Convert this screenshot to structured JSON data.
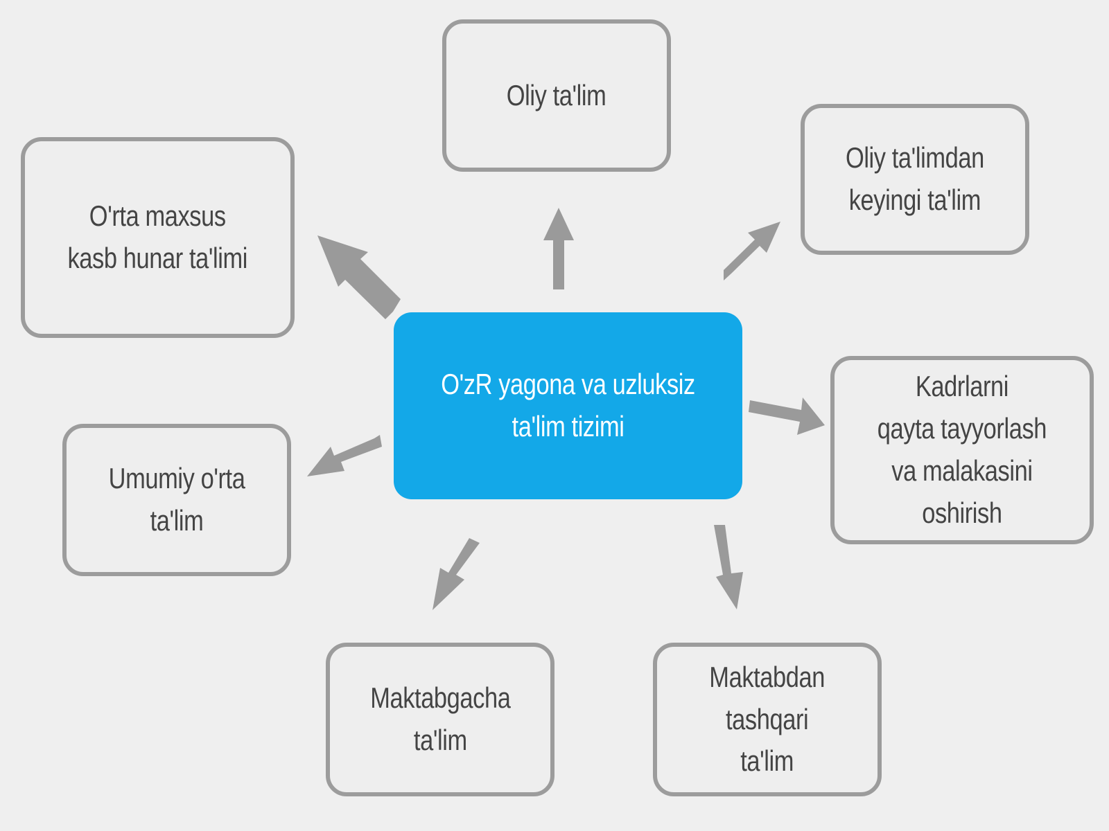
{
  "colors": {
    "background": "#efefef",
    "center_fill": "#13a8e8",
    "center_text": "#ffffff",
    "node_border": "#9c9c9c",
    "node_text": "#444444",
    "arrow": "#9a9a9a"
  },
  "center": {
    "label": "O'zR yagona va uzluksiz\nta'lim tizimi"
  },
  "nodes": {
    "oliy": {
      "label": "Oliy ta'lim"
    },
    "oliy_keyingi": {
      "label": "Oliy ta'limdan\nkeyingi ta'lim"
    },
    "orta_maxsus": {
      "label": "O'rta maxsus\nkasb hunar ta'limi"
    },
    "umumiy": {
      "label": "Umumiy o'rta\nta'lim"
    },
    "kadrlar": {
      "label": "Kadrlarni\nqayta tayyorlash\nva malakasini\noshirish"
    },
    "maktabgacha": {
      "label": "Maktabgacha\nta'lim"
    },
    "maktabdan_tashqari": {
      "label": "Maktabdan\ntashqari\nta'lim"
    }
  },
  "edges": [
    {
      "from": "center",
      "to": "oliy"
    },
    {
      "from": "center",
      "to": "oliy_keyingi"
    },
    {
      "from": "center",
      "to": "orta_maxsus"
    },
    {
      "from": "center",
      "to": "umumiy"
    },
    {
      "from": "center",
      "to": "kadrlar"
    },
    {
      "from": "center",
      "to": "maktabgacha"
    },
    {
      "from": "center",
      "to": "maktabdan_tashqari"
    }
  ]
}
